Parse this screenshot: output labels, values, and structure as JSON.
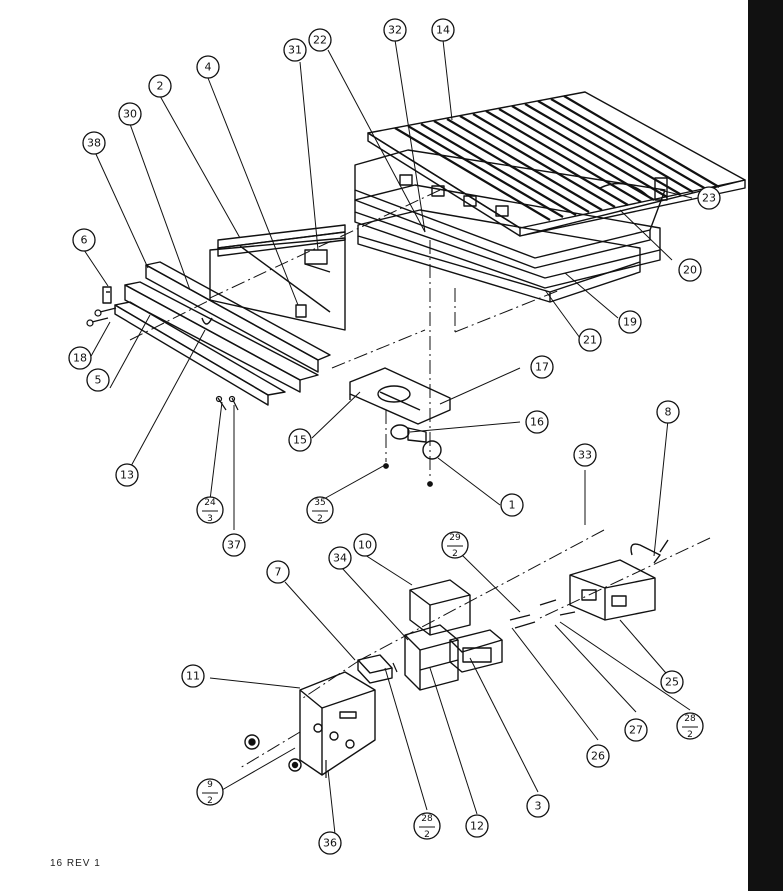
{
  "footer": "16 REV 1",
  "callouts": [
    {
      "id": "14",
      "text": "14"
    },
    {
      "id": "32",
      "text": "32"
    },
    {
      "id": "22",
      "text": "22"
    },
    {
      "id": "31",
      "text": "31"
    },
    {
      "id": "4",
      "text": "4"
    },
    {
      "id": "2",
      "text": "2"
    },
    {
      "id": "30",
      "text": "30"
    },
    {
      "id": "38",
      "text": "38"
    },
    {
      "id": "6",
      "text": "6"
    },
    {
      "id": "23",
      "text": "23"
    },
    {
      "id": "20",
      "text": "20"
    },
    {
      "id": "19",
      "text": "19"
    },
    {
      "id": "21",
      "text": "21"
    },
    {
      "id": "17",
      "text": "17"
    },
    {
      "id": "16",
      "text": "16"
    },
    {
      "id": "15",
      "text": "15"
    },
    {
      "id": "1",
      "text": "1"
    },
    {
      "id": "18",
      "text": "18"
    },
    {
      "id": "5",
      "text": "5"
    },
    {
      "id": "13",
      "text": "13"
    },
    {
      "id": "37",
      "text": "37"
    },
    {
      "id": "8",
      "text": "8"
    },
    {
      "id": "33",
      "text": "33"
    },
    {
      "id": "10",
      "text": "10"
    },
    {
      "id": "7",
      "text": "7"
    },
    {
      "id": "34",
      "text": "34"
    },
    {
      "id": "11",
      "text": "11"
    },
    {
      "id": "25",
      "text": "25"
    },
    {
      "id": "27",
      "text": "27"
    },
    {
      "id": "26",
      "text": "26"
    },
    {
      "id": "3",
      "text": "3"
    },
    {
      "id": "12",
      "text": "12"
    },
    {
      "id": "36",
      "text": "36"
    }
  ],
  "fractions": [
    {
      "id": "24-3",
      "num": "24",
      "den": "3"
    },
    {
      "id": "35-2",
      "num": "35",
      "den": "2"
    },
    {
      "id": "29-2",
      "num": "29",
      "den": "2"
    },
    {
      "id": "28-2a",
      "num": "28",
      "den": "2"
    },
    {
      "id": "9-2",
      "num": "9",
      "den": "2"
    },
    {
      "id": "28-2b",
      "num": "28",
      "den": "2"
    }
  ]
}
